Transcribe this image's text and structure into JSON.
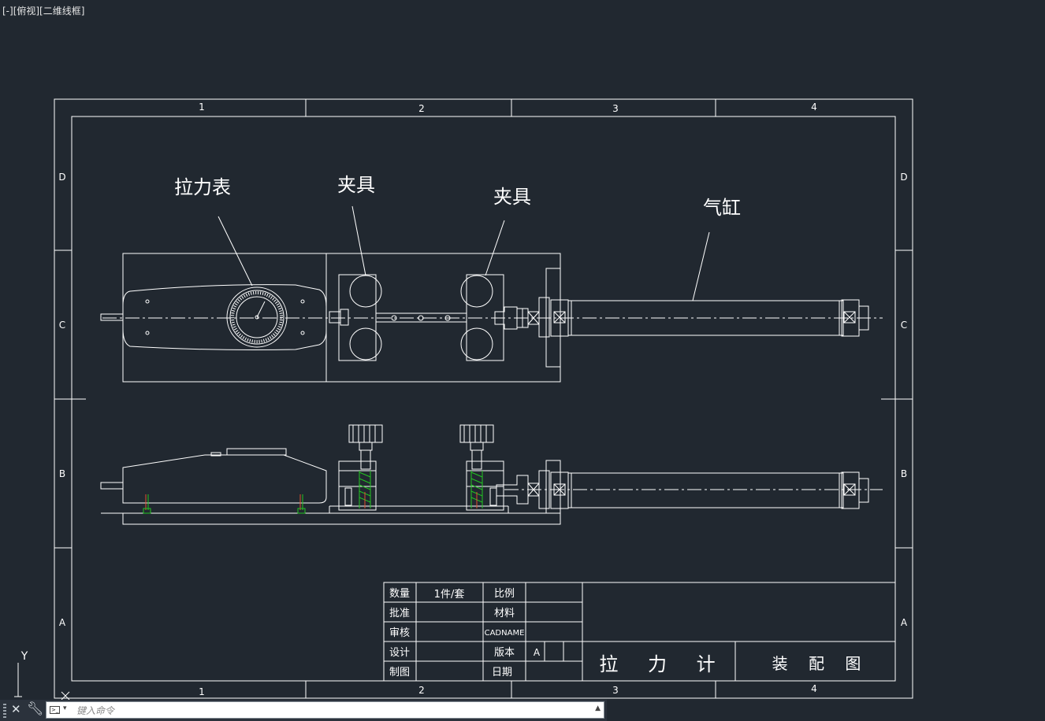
{
  "viewport": {
    "label": "[-][俯视][二维线框]"
  },
  "frame": {
    "columns": [
      "1",
      "2",
      "3",
      "4"
    ],
    "rows": [
      "D",
      "C",
      "B",
      "A"
    ]
  },
  "callouts": {
    "gauge": "拉力表",
    "clamp_left": "夹具",
    "clamp_right": "夹具",
    "cylinder": "气缸"
  },
  "title_block": {
    "qty_label": "数量",
    "qty_value": "1件/套",
    "scale_label": "比例",
    "scale_value": "",
    "approve_label": "批准",
    "approve_value": "",
    "material_label": "材料",
    "material_value": "",
    "review_label": "审核",
    "review_value": "",
    "cadname_label": "CADNAME",
    "cadname_value": "",
    "design_label": "设计",
    "design_value": "",
    "version_label": "版本",
    "version_value": "A",
    "drafter_label": "制图",
    "drafter_value": "",
    "date_label": "日期",
    "date_value": "",
    "part_name": "拉 力 计",
    "drawing_type": "装 配 图"
  },
  "ucs": {
    "y_label": "Y"
  },
  "command_line": {
    "placeholder": "键入命令",
    "value": ""
  },
  "colors": {
    "background": "#212830",
    "linework": "#ffffff",
    "thread": "#22c322",
    "pin": "#e05030"
  }
}
